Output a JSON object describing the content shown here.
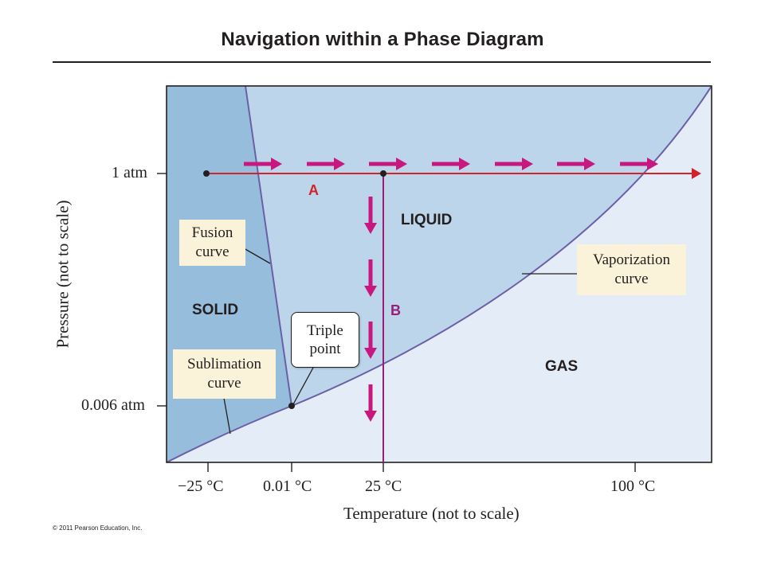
{
  "title": "Navigation within a Phase Diagram",
  "axes": {
    "y_title": "Pressure (not to scale)",
    "x_title": "Temperature (not to scale)",
    "y_ticks": [
      "1 atm",
      "0.006 atm"
    ],
    "x_ticks": [
      "−25 °C",
      "0.01 °C",
      "25 °C",
      "100 °C"
    ]
  },
  "regions": {
    "solid": "SOLID",
    "liquid": "LIQUID",
    "gas": "GAS"
  },
  "paths": {
    "a": "A",
    "b": "B"
  },
  "callouts": {
    "fusion": [
      "Fusion",
      "curve"
    ],
    "vaporization": [
      "Vaporization",
      "curve"
    ],
    "sublimation": [
      "Sublimation",
      "curve"
    ],
    "triple_point": [
      "Triple",
      "point"
    ]
  },
  "copyright": "© 2011 Pearson Education, Inc.",
  "colors": {
    "solid_fill": "#97bddd",
    "liquid_fill": "#bdd5ea",
    "gas_fill": "#e4ecf7",
    "curve": "#6b5fa6",
    "path_a": "#d2232a",
    "path_b": "#9c1d78",
    "arrows": "#c8177e",
    "callout_fill": "#fbf3d9"
  }
}
